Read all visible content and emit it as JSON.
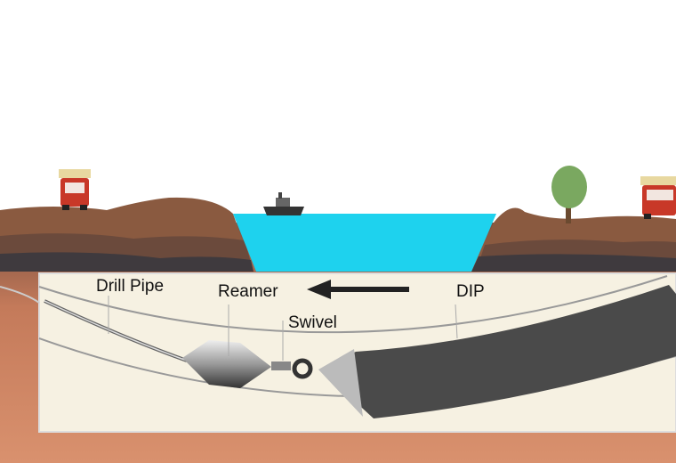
{
  "title": "Horizontal directional drilling pullback diagram",
  "labels": {
    "drill_pipe": "Drill Pipe",
    "reamer": "Reamer",
    "swivel": "Swivel",
    "dip": "DIP"
  },
  "colors": {
    "water": "#1ed2ee",
    "soil_top": "#8a5a40",
    "soil_dark": "#4a3a38",
    "subsoil": "#c98060",
    "inset_bg": "#f6f1e2",
    "pipe": "#4a4a4a"
  },
  "icons": [
    "truck-left-icon",
    "boat-icon",
    "tree-icon",
    "truck-right-icon",
    "direction-arrow-icon"
  ]
}
